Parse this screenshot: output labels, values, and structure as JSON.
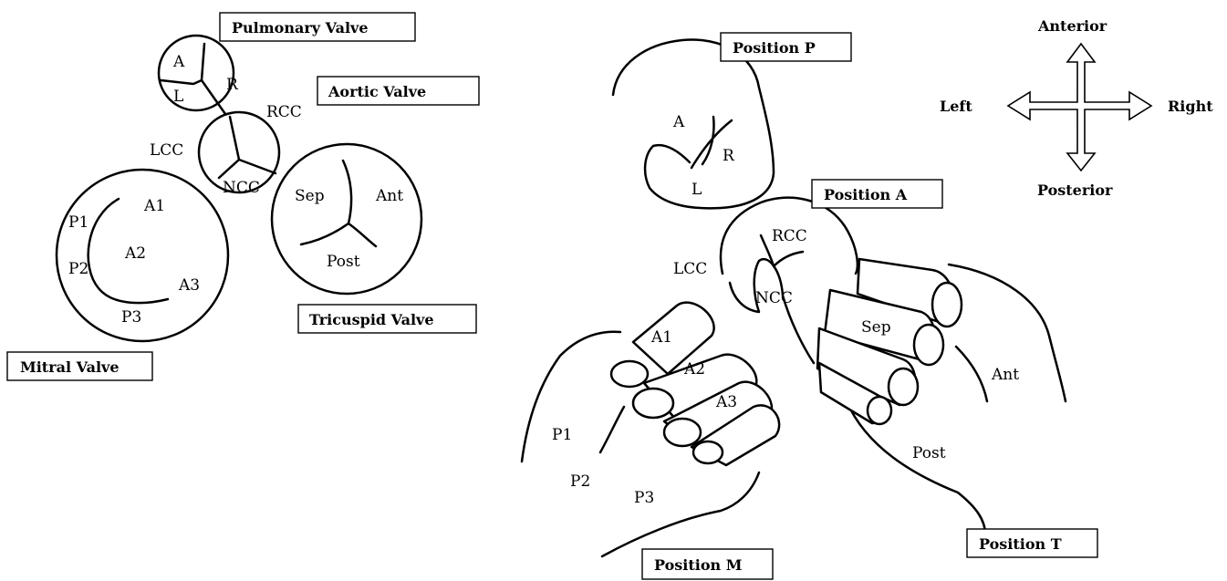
{
  "left_panel": {
    "pulmonary": {
      "box_label": "Pulmonary Valve",
      "cusps": {
        "a": "A",
        "l": "L",
        "r": "R"
      }
    },
    "aortic": {
      "box_label": "Aortic Valve",
      "cusps": {
        "rcc": "RCC",
        "lcc": "LCC",
        "ncc": "NCC"
      }
    },
    "mitral": {
      "box_label": "Mitral Valve",
      "scallops": {
        "a1": "A1",
        "a2": "A2",
        "a3": "A3",
        "p1": "P1",
        "p2": "P2",
        "p3": "P3"
      }
    },
    "tricuspid": {
      "box_label": "Tricuspid Valve",
      "leaflets": {
        "sep": "Sep",
        "ant": "Ant",
        "post": "Post"
      }
    }
  },
  "right_panel": {
    "positions": {
      "p": "Position P",
      "a": "Position A",
      "m": "Position M",
      "t": "Position T"
    },
    "pulmonary": {
      "a": "A",
      "r": "R",
      "l": "L"
    },
    "aortic": {
      "rcc": "RCC",
      "lcc": "LCC",
      "ncc": "NCC"
    },
    "mitral": {
      "a1": "A1",
      "a2": "A2",
      "a3": "A3",
      "p1": "P1",
      "p2": "P2",
      "p3": "P3"
    },
    "tricuspid": {
      "sep": "Sep",
      "ant": "Ant",
      "post": "Post"
    }
  },
  "compass": {
    "anterior": "Anterior",
    "posterior": "Posterior",
    "left": "Left",
    "right": "Right"
  }
}
